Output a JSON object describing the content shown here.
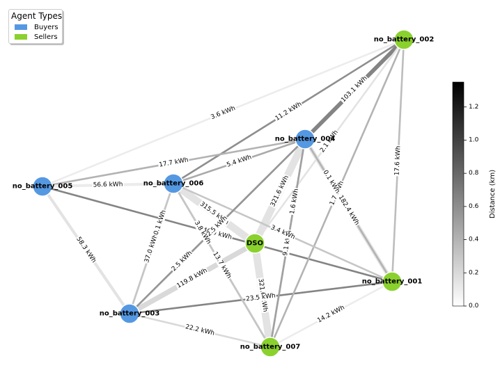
{
  "legend": {
    "title": "Agent Types",
    "items": [
      {
        "label": "Buyers",
        "color": "#5598e2"
      },
      {
        "label": "Sellers",
        "color": "#8ad12e"
      }
    ]
  },
  "colorbar": {
    "title": "Distance (km)",
    "min": 0.0,
    "max": 1.35,
    "ticks": [
      "0.0",
      "0.2",
      "0.4",
      "0.6",
      "0.8",
      "1.0",
      "1.2"
    ],
    "tick_values": [
      0.0,
      0.2,
      0.4,
      0.6,
      0.8,
      1.0,
      1.2
    ]
  },
  "nodes": [
    {
      "id": "no_battery_002",
      "label": "no_battery_002",
      "type": "Sellers"
    },
    {
      "id": "no_battery_004",
      "label": "no_battery_004",
      "type": "Buyers"
    },
    {
      "id": "no_battery_005",
      "label": "no_battery_005",
      "type": "Buyers"
    },
    {
      "id": "no_battery_006",
      "label": "no_battery_006",
      "type": "Buyers"
    },
    {
      "id": "DSO",
      "label": "DSO",
      "type": "Sellers"
    },
    {
      "id": "no_battery_001",
      "label": "no_battery_001",
      "type": "Sellers"
    },
    {
      "id": "no_battery_003",
      "label": "no_battery_003",
      "type": "Buyers"
    },
    {
      "id": "no_battery_007",
      "label": "no_battery_007",
      "type": "Sellers"
    }
  ],
  "edges": [
    {
      "source": "no_battery_005",
      "target": "no_battery_002",
      "label": "3.6 kWh",
      "distance": 0.1,
      "flow": 1
    },
    {
      "source": "no_battery_006",
      "target": "no_battery_002",
      "label": "11.2 kWh",
      "distance": 0.6,
      "flow": 1
    },
    {
      "source": "no_battery_004",
      "target": "no_battery_002",
      "label": "103.1 kWh",
      "distance": 0.65,
      "flow": 3
    },
    {
      "source": "no_battery_006",
      "target": "no_battery_004",
      "label": "5.4 kWh",
      "distance": 0.45,
      "flow": 1
    },
    {
      "source": "no_battery_005",
      "target": "no_battery_004",
      "label": "17.7 kWh",
      "distance": 0.4,
      "flow": 1
    },
    {
      "source": "no_battery_005",
      "target": "no_battery_006",
      "label": "56.6 kWh",
      "distance": 0.1,
      "flow": 2
    },
    {
      "source": "no_battery_005",
      "target": "no_battery_001",
      "label": "40.9 kWh",
      "distance": 0.65,
      "flow": 1
    },
    {
      "source": "no_battery_005",
      "target": "no_battery_003",
      "label": "58.3 kWh",
      "distance": 0.15,
      "flow": 2
    },
    {
      "source": "no_battery_006",
      "target": "DSO",
      "label": "315.5 kWh",
      "distance": 0.15,
      "flow": 6
    },
    {
      "source": "no_battery_006",
      "target": "no_battery_003",
      "label": "37.0 kWh",
      "distance": 0.4,
      "flow": 1
    },
    {
      "source": "no_battery_006",
      "target": "no_battery_007",
      "label": "13.7 kWh",
      "distance": 0.6,
      "flow": 1
    },
    {
      "source": "DSO",
      "target": "no_battery_004",
      "label": "321.6 kWh",
      "distance": 0.15,
      "flow": 6
    },
    {
      "source": "DSO",
      "target": "no_battery_003",
      "label": "119.8 kWh",
      "distance": 0.2,
      "flow": 4
    },
    {
      "source": "DSO",
      "target": "no_battery_007",
      "label": "321.6 kWh",
      "distance": 0.15,
      "flow": 6
    },
    {
      "source": "no_battery_004",
      "target": "no_battery_001",
      "label": "182.4 kWh",
      "distance": 0.15,
      "flow": 3
    },
    {
      "source": "no_battery_003",
      "target": "no_battery_004",
      "label": "2.5 kWh",
      "distance": 0.55,
      "flow": 1
    },
    {
      "source": "no_battery_003",
      "target": "no_battery_001",
      "label": "23.5 kWh",
      "distance": 0.65,
      "flow": 1
    },
    {
      "source": "no_battery_003",
      "target": "no_battery_007",
      "label": "22.2 kWh",
      "distance": 0.2,
      "flow": 1
    },
    {
      "source": "no_battery_004",
      "target": "no_battery_007",
      "label": "9.1 kWh",
      "distance": 0.5,
      "flow": 1
    },
    {
      "source": "no_battery_002",
      "target": "no_battery_007",
      "label": "1.7 kWh",
      "distance": 0.4,
      "flow": 1
    },
    {
      "source": "no_battery_002",
      "target": "no_battery_001",
      "label": "17.6 kWh",
      "distance": 0.35,
      "flow": 1
    },
    {
      "source": "no_battery_002",
      "target": "DSO",
      "label": "2.1 kWh",
      "distance": 0.15,
      "flow": 1
    },
    {
      "source": "no_battery_004",
      "target": "no_battery_001",
      "label": "0.1 kWh",
      "distance": 0.4,
      "flow": 1
    },
    {
      "source": "no_battery_007",
      "target": "no_battery_001",
      "label": "14.2 kWh",
      "distance": 0.1,
      "flow": 1
    },
    {
      "source": "no_battery_006",
      "target": "no_battery_001",
      "label": "3.4 kWh",
      "distance": 0.3,
      "flow": 1
    },
    {
      "source": "no_battery_006",
      "target": "no_battery_003",
      "label": "0.1 kWh",
      "distance": 0.3,
      "flow": 1
    },
    {
      "source": "no_battery_006",
      "target": "no_battery_007",
      "label": "3.8 kWh",
      "distance": 0.3,
      "flow": 1
    },
    {
      "source": "no_battery_004",
      "target": "no_battery_007",
      "label": "1.6 kWh",
      "distance": 0.5,
      "flow": 1
    },
    {
      "source": "no_battery_003",
      "target": "no_battery_004",
      "label": "2.5 kWh",
      "distance": 0.55,
      "flow": 1
    }
  ]
}
